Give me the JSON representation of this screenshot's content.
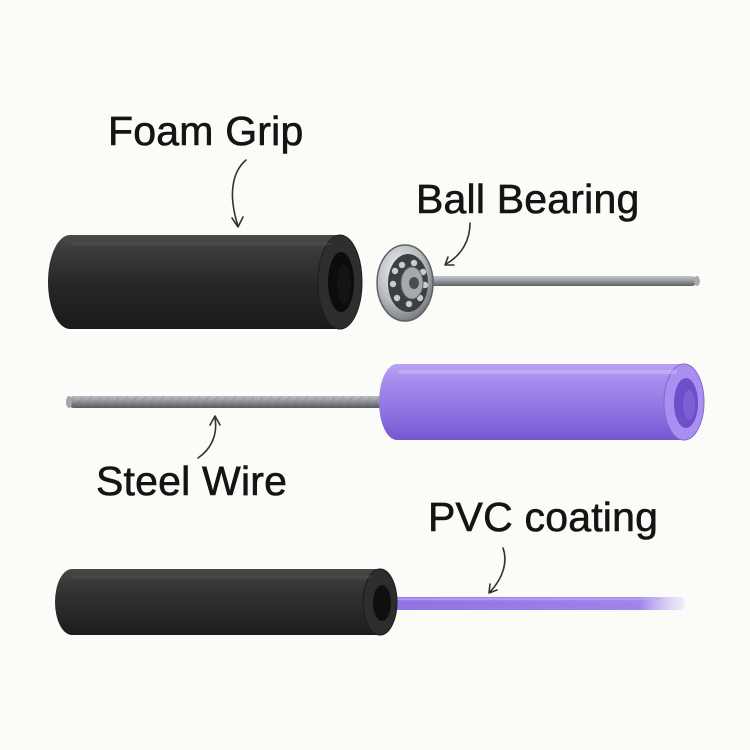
{
  "labels": {
    "foam_grip": "Foam Grip",
    "ball_bearing": "Ball Bearing",
    "steel_wire": "Steel Wire",
    "pvc_coating": "PVC coating"
  },
  "colors": {
    "background": "#fbfbf8",
    "foam": "#2b2b2b",
    "pvc": "#9a7de6",
    "steel": "#8f9498",
    "text": "#141414"
  },
  "icons": {
    "foam_grip": "foam-grip-tube-icon",
    "ball_bearing": "ball-bearing-icon",
    "steel_wire": "steel-wire-icon",
    "pvc_coating": "pvc-coated-cable-icon"
  }
}
